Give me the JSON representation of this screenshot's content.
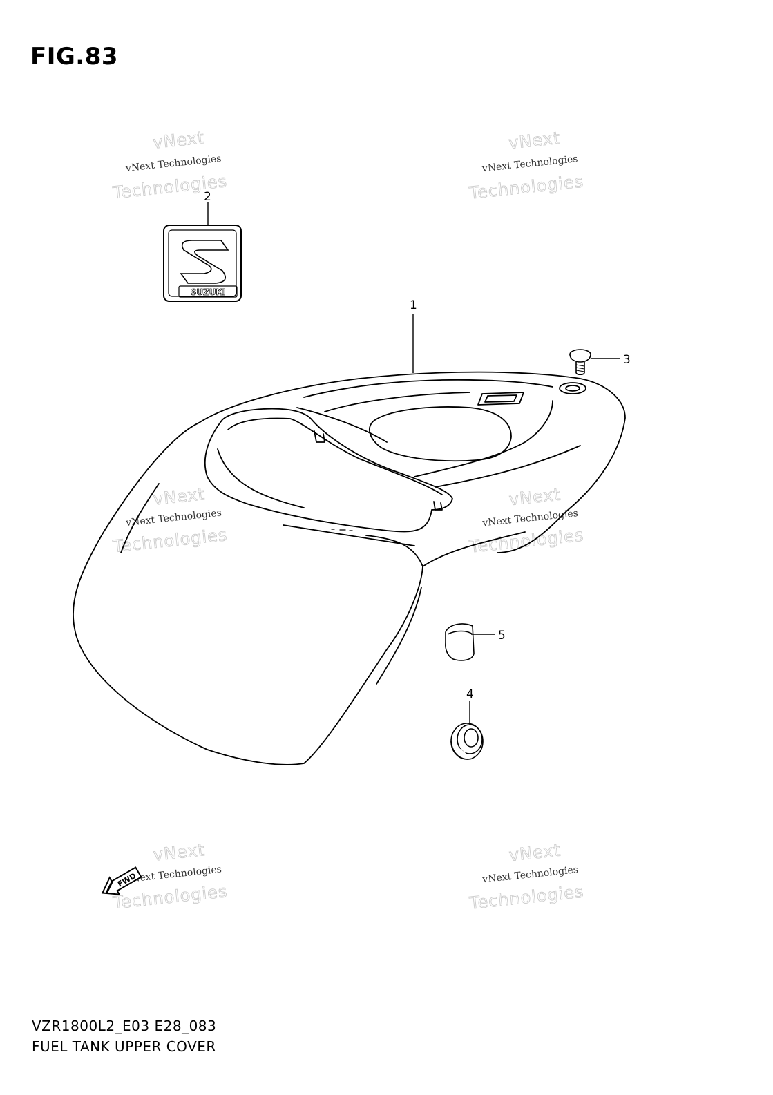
{
  "figure": {
    "title": "FIG.83",
    "model_code": "VZR1800L2_E03 E28_083",
    "caption": "FUEL TANK UPPER COVER"
  },
  "parts": [
    {
      "ref": "1",
      "name": "fuel-tank-upper-cover"
    },
    {
      "ref": "2",
      "name": "suzuki-emblem"
    },
    {
      "ref": "3",
      "name": "bolt"
    },
    {
      "ref": "4",
      "name": "grommet"
    },
    {
      "ref": "5",
      "name": "cushion"
    }
  ],
  "emblem_text": "SUZUKI",
  "direction_arrow": "FWD",
  "watermark": {
    "line1": "vNext Technologies",
    "line2": "Technologies",
    "line3": "vNext"
  }
}
